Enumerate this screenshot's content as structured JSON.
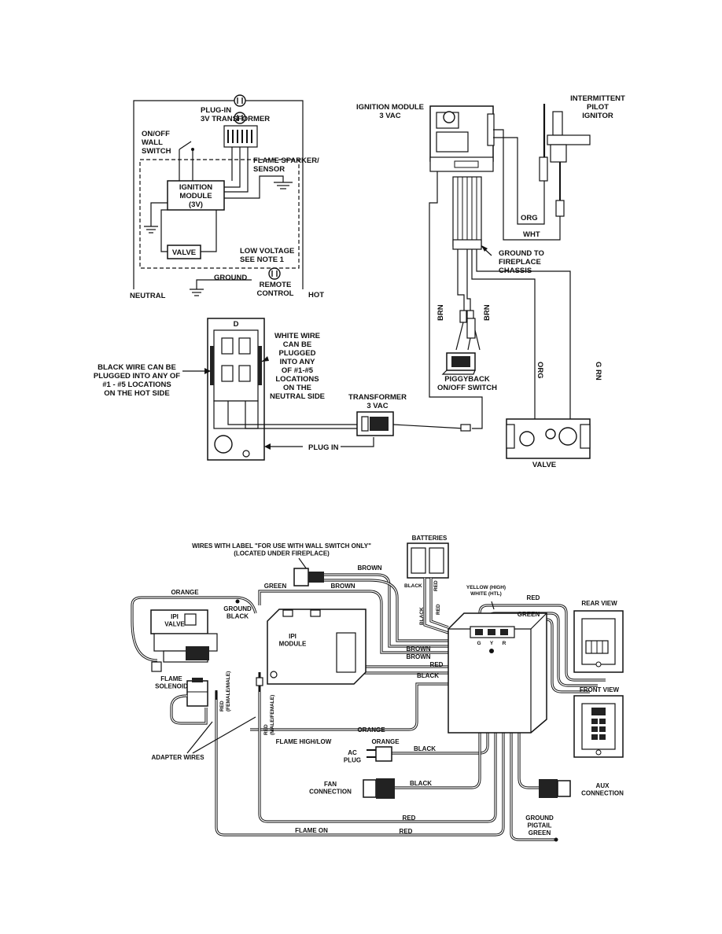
{
  "top_diagram": {
    "schematic": {
      "plug_in_transformer": "PLUG-IN\n3V TRANSFORMER",
      "on_off_wall_switch": "ON/OFF\nWALL\nSWITCH",
      "flame_sparker_sensor": "FLAME SPARKER/\nSENSOR",
      "ignition_module": "IGNITION\nMODULE\n(3V)",
      "valve": "VALVE",
      "low_voltage_note": "LOW VOLTAGE\nSEE NOTE 1",
      "ground": "GROUND",
      "remote_control": "REMOTE\nCONTROL",
      "neutral": "NEUTRAL",
      "hot": "HOT"
    },
    "pictorial": {
      "ignition_module": "IGNITION MODULE\n3 VAC",
      "intermittent_pilot_ignitor": "INTERMITTENT\nPILOT\nIGNITOR",
      "org": "ORG",
      "wht": "WHT",
      "ground_to_chassis": "GROUND TO\nFIREPLACE\nCHASSIS",
      "brn_left": "BRN",
      "brn_right": "BRN",
      "org_vertical": "ORG",
      "grn_vertical": "G RN",
      "piggyback_switch": "PIGGYBACK\nON/OFF SWITCH",
      "transformer": "TRANSFORMER\n3 VAC",
      "valve": "VALVE",
      "receptacle_letter": "D",
      "white_wire_note": "WHITE WIRE\nCAN BE\nPLUGGED\nINTO ANY\nOF #1-#5\nLOCATIONS\nON THE\nNEUTRAL SIDE",
      "black_wire_note": "BLACK WIRE CAN BE\nPLUGGED INTO ANY OF\n#1 - #5 LOCATIONS\nON THE HOT SIDE",
      "plug_in": "PLUG IN"
    }
  },
  "bottom_diagram": {
    "wires_label_note": "WIRES WITH LABEL \"FOR USE WITH WALL SWITCH ONLY\"\n(LOCATED UNDER FIREPLACE)",
    "batteries": "BATTERIES",
    "orange_top": "ORANGE",
    "green_top": "GREEN",
    "brown_top1": "BROWN",
    "brown_top2": "BROWN",
    "ground_black": "GROUND\nBLACK",
    "ipi_valve": "IPI\nVALVE",
    "ipi_module": "IPI\nMODULE",
    "flame_solenoid": "FLAME\nSOLENOID",
    "red_female_male": "RED\n(FEMALE/MALE)",
    "red_male_female": "RED\n(MALE/FEMALE)",
    "adapter_wires": "ADAPTER WIRES",
    "flame_high_low": "FLAME HIGH/LOW",
    "flame_on": "FLAME ON",
    "orange_mid": "ORANGE",
    "orange_ac": "ORANGE",
    "ac_plug": "AC\nPLUG",
    "black_ac": "BLACK",
    "fan_connection": "FAN\nCONNECTION",
    "black_fan": "BLACK",
    "red_bottom1": "RED",
    "red_bottom2": "RED",
    "ground_pigtail": "GROUND\nPIGTAIL\nGREEN",
    "aux_connection": "AUX\nCONNECTION",
    "black_batt": "BLACK",
    "red_batt": "RED",
    "black_side": "BLACK",
    "red_side": "RED",
    "yellow_white": "YELLOW (HIGH)\nWHITE (HTL)",
    "red_rear": "RED",
    "green_rear": "GREEN",
    "rear_view": "REAR VIEW",
    "front_view": "FRONT VIEW",
    "brown_mid1": "BROWN",
    "brown_mid2": "BROWN",
    "red_mid": "RED",
    "black_mid": "BLACK",
    "terminal_g": "G",
    "terminal_y": "Y",
    "terminal_r": "R"
  }
}
